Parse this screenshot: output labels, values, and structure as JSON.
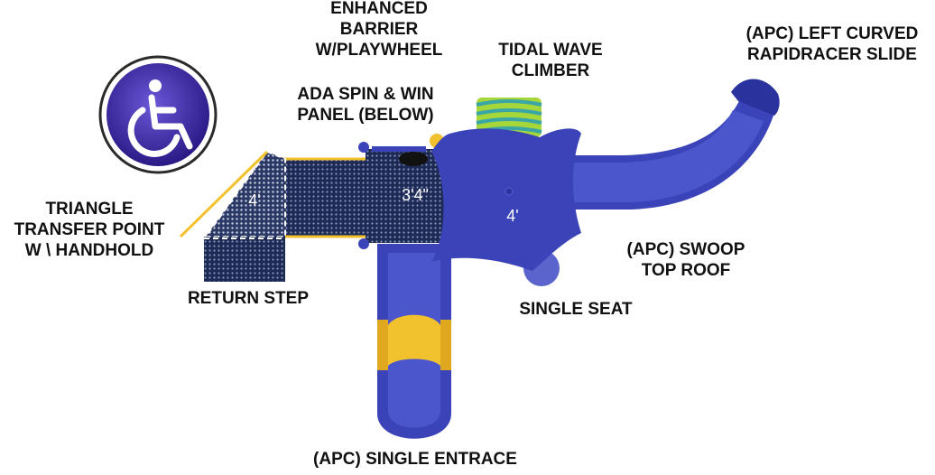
{
  "colors": {
    "blue": "#3a43b8",
    "blue_dark": "#232a8a",
    "blue_light": "#5561d4",
    "deck_navy": "#1c2a55",
    "yellow": "#f2c12e",
    "lime": "#a5d63a",
    "teal": "#3aa6a6",
    "badge_purple": "#3d2aa3",
    "label_text": "#111111"
  },
  "accessibility_badge": {
    "icon": "wheelchair-icon"
  },
  "labels": {
    "enhanced_barrier": [
      "ENHANCED",
      "BARRIER",
      "W/PLAYWHEEL"
    ],
    "tidal_wave": [
      "TIDAL WAVE",
      "CLIMBER"
    ],
    "left_curved_slide": [
      "(APC) LEFT CURVED",
      "RAPIDRACER SLIDE"
    ],
    "ada_spin": [
      "ADA SPIN & WIN",
      "PANEL (BELOW)"
    ],
    "triangle_transfer": [
      "TRIANGLE",
      "TRANSFER POINT",
      "W \\ HANDHOLD"
    ],
    "swoop_roof": [
      "(APC) SWOOP",
      "TOP ROOF"
    ],
    "return_step": "RETURN STEP",
    "single_seat": "SINGLE SEAT",
    "single_entrance": "(APC) SINGLE ENTRACE"
  },
  "heights": {
    "triangle_deck": "4'",
    "square_deck": "3'4\"",
    "roof_deck": "4'"
  }
}
